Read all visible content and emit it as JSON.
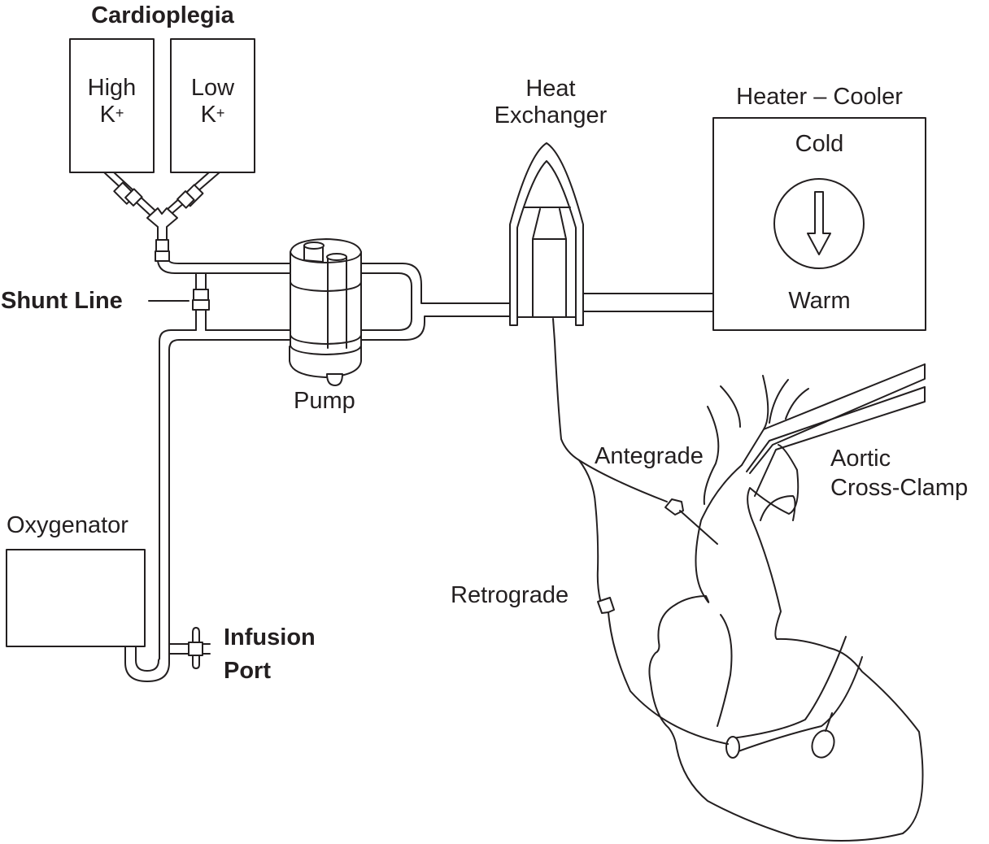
{
  "diagram": {
    "type": "cardioplegia delivery circuit schematic",
    "labels": {
      "cardioplegia": "Cardioplegia",
      "high_k_line1": "High",
      "high_k_line2": "K",
      "low_k_line1": "Low",
      "low_k_line2": "K",
      "k_superscript": "+",
      "shunt_line": "Shunt Line",
      "pump": "Pump",
      "heat_exchanger_line1": "Heat",
      "heat_exchanger_line2": "Exchanger",
      "heater_cooler": "Heater – Cooler",
      "cold": "Cold",
      "warm": "Warm",
      "oxygenator": "Oxygenator",
      "infusion_port_line1": "Infusion",
      "infusion_port_line2": "Port",
      "antegrade": "Antegrade",
      "retrograde": "Retrograde",
      "aortic_cross_clamp_line1": "Aortic",
      "aortic_cross_clamp_line2": "Cross-Clamp"
    },
    "icons": {
      "temperature_direction": "down-arrow-icon"
    },
    "colors": {
      "line": "#231f20",
      "background": "#ffffff"
    }
  }
}
